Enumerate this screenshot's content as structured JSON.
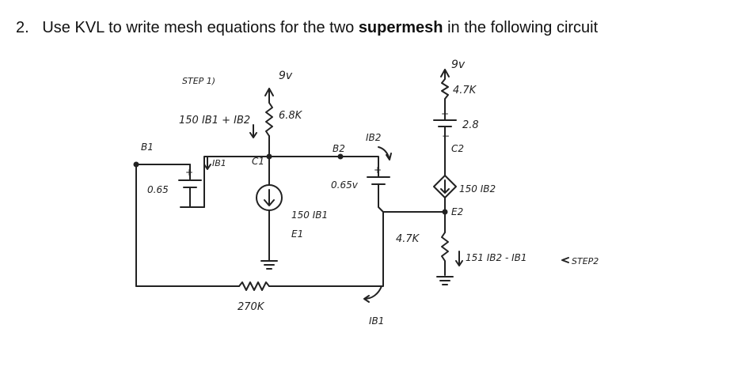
{
  "question": {
    "number": "2.",
    "text_before": "Use KVL to write mesh equations for the two ",
    "bold": "supermesh",
    "text_after": " in the following circuit"
  },
  "circuit": {
    "step1": "STEP 1)",
    "kcl_expr": "150 IB1 + IB2",
    "v9_left": "9v",
    "r_c1": "6.8K",
    "node_b1": "B1",
    "node_c1": "C1",
    "node_b2": "B2",
    "node_e1": "E1",
    "ib1_top": "IB1",
    "ib2": "IB2",
    "v_be1": "0.65",
    "v_be2": "0.65v",
    "src1": "150 IB1",
    "r_base": "270K",
    "ib1_bottom": "IB1",
    "v9_right": "9v",
    "r_c2": "4.7K",
    "v_28": "2.8",
    "node_c2": "C2",
    "src2": "150 IB2",
    "node_e2": "E2",
    "r_e": "4.7K",
    "e_current": "151 IB2 - IB1",
    "step2": "STEP2"
  },
  "colors": {
    "ink": "#222222",
    "text": "#111111"
  }
}
